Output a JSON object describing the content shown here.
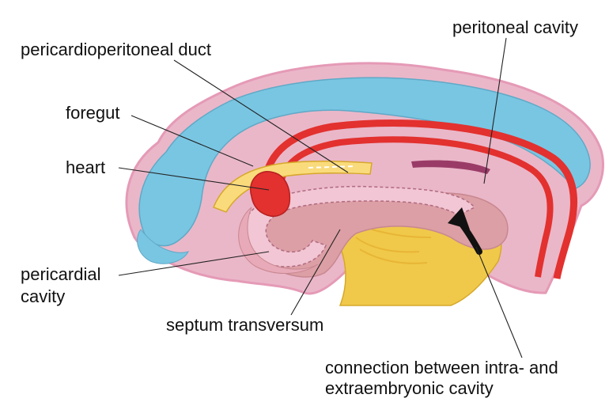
{
  "labels": {
    "peritoneal_cavity": "peritoneal cavity",
    "pericardioperitoneal_duct": "pericardioperitoneal duct",
    "foregut": "foregut",
    "heart": "heart",
    "pericardial_cavity_line1": "pericardial",
    "pericardial_cavity_line2": "cavity",
    "septum_transversum": "septum transversum",
    "connection_line1": "connection between intra- and",
    "connection_line2": "extraembryonic cavity"
  },
  "colors": {
    "background": "#ffffff",
    "neural_tube_blue": "#79c6e3",
    "ectoderm_pink": "#eab7c9",
    "outer_pink_line": "#e59ab6",
    "red_vessel": "#e2312f",
    "mesoderm_mauve": "#dc9fa5",
    "coelom_light": "#f2c6d4",
    "yolk_yellow": "#f0c94a",
    "yolk_light": "#fadb7c",
    "arrow_black": "#111111"
  }
}
